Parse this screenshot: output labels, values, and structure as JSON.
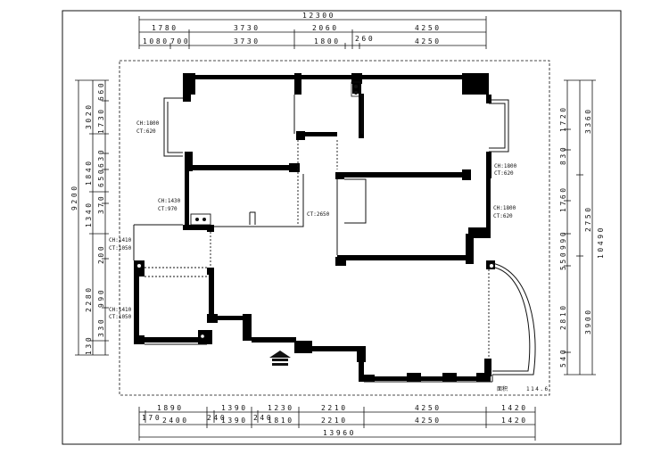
{
  "dims": {
    "top": {
      "overall": "12300",
      "row1": [
        "1780",
        "3730",
        "2060",
        "4250"
      ],
      "row2": [
        "1080",
        "700",
        "3730",
        "1800",
        "260",
        "4250"
      ]
    },
    "bottom": {
      "row1": [
        "1890",
        "1390",
        "1230",
        "2210",
        "4250",
        "1420"
      ],
      "row1_small": [
        "170",
        "240",
        "240"
      ],
      "row2": [
        "2400",
        "1390",
        "1810",
        "2210",
        "4250",
        "1420"
      ],
      "overall": "13960"
    },
    "left": {
      "overall": "9200",
      "outer": [
        "3020",
        "1840",
        "1340",
        "2280",
        "130"
      ],
      "inner": [
        "660",
        "1730",
        "630",
        "650",
        "370",
        "200",
        "990",
        "330"
      ]
    },
    "right": {
      "overall": "10490",
      "mid": [
        "3360",
        "2750",
        "3900"
      ],
      "inner": [
        "1720",
        "830",
        "1760",
        "990",
        "550",
        "2810",
        "540"
      ]
    }
  },
  "labels": {
    "bay_top_left": [
      "CH:1800",
      "CT:620"
    ],
    "window_left_mid": [
      "CH:1430",
      "CT:970"
    ],
    "window_right_top": [
      "CH:1800",
      "CT:620"
    ],
    "window_right_mid": [
      "CH:1800",
      "CT:620"
    ],
    "window_left_a": [
      "CH:1410",
      "CT:1050"
    ],
    "window_left_b": [
      "CH:1410",
      "CT:1050"
    ],
    "ceiling": "CT:2650",
    "area_label": "面积",
    "area_value": "114.6"
  }
}
